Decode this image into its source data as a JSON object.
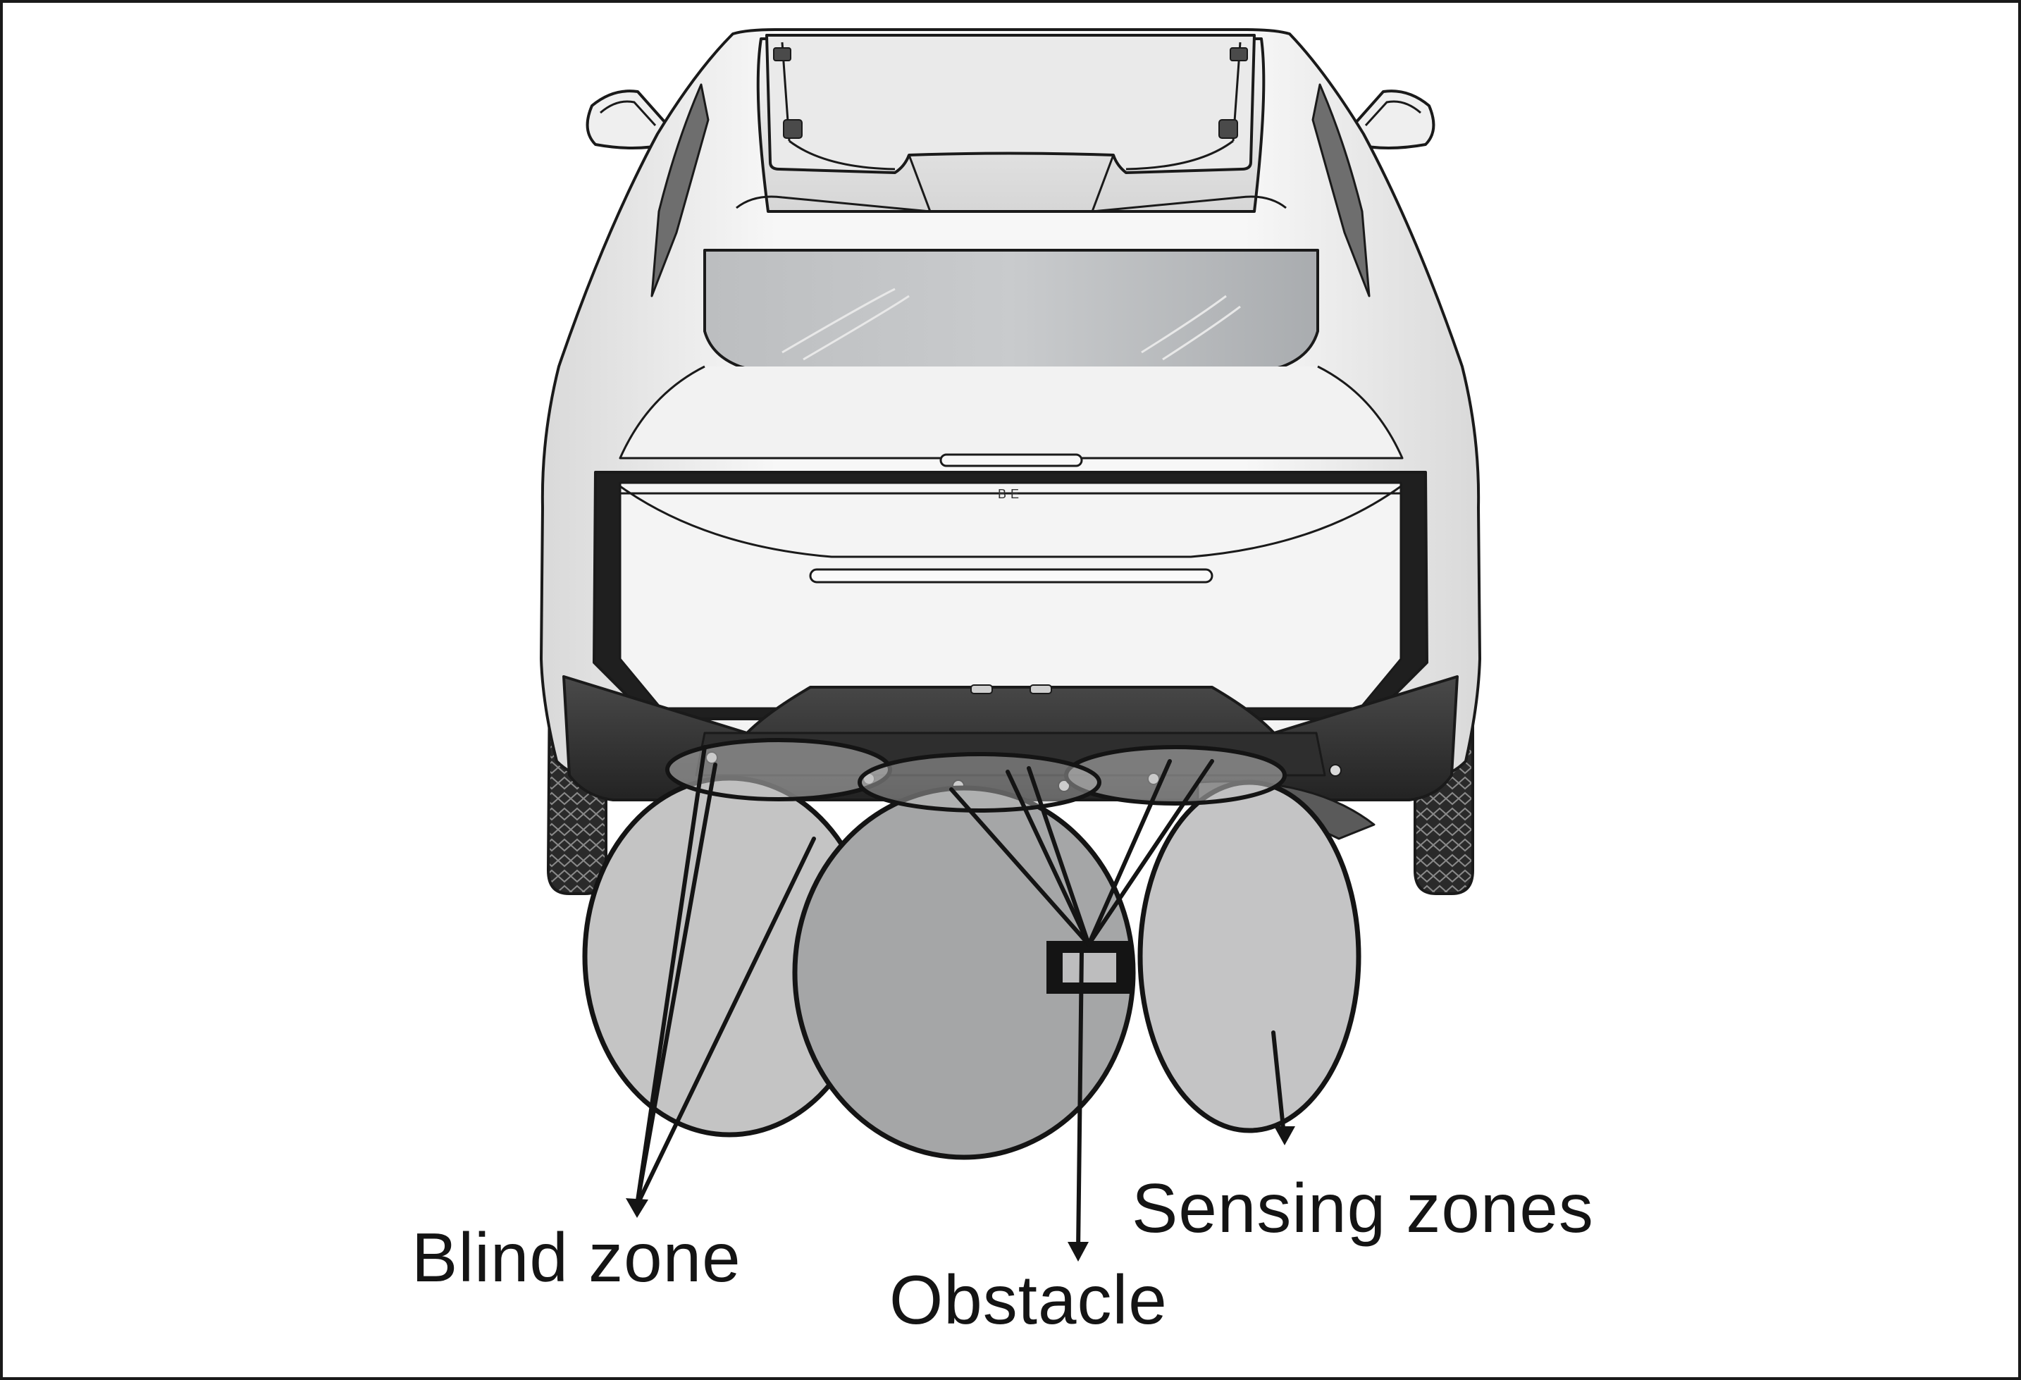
{
  "labels": {
    "blind_zone": "Blind zone",
    "obstacle": "Obstacle",
    "sensing_zones": "Sensing zones"
  },
  "vehicle": {
    "badge_text": "BE"
  },
  "colors": {
    "zone_fill": "#c3c3c3",
    "zone_overlap_fill": "#a6a6a7",
    "outline": "#1a1a1a",
    "glass": "#b9bcbf",
    "bumper_dark": "#3a3a3a",
    "body": "#f1f1f1"
  },
  "icons": {
    "vehicle": "suv-rear-view",
    "obstacle": "square-obstacle"
  }
}
